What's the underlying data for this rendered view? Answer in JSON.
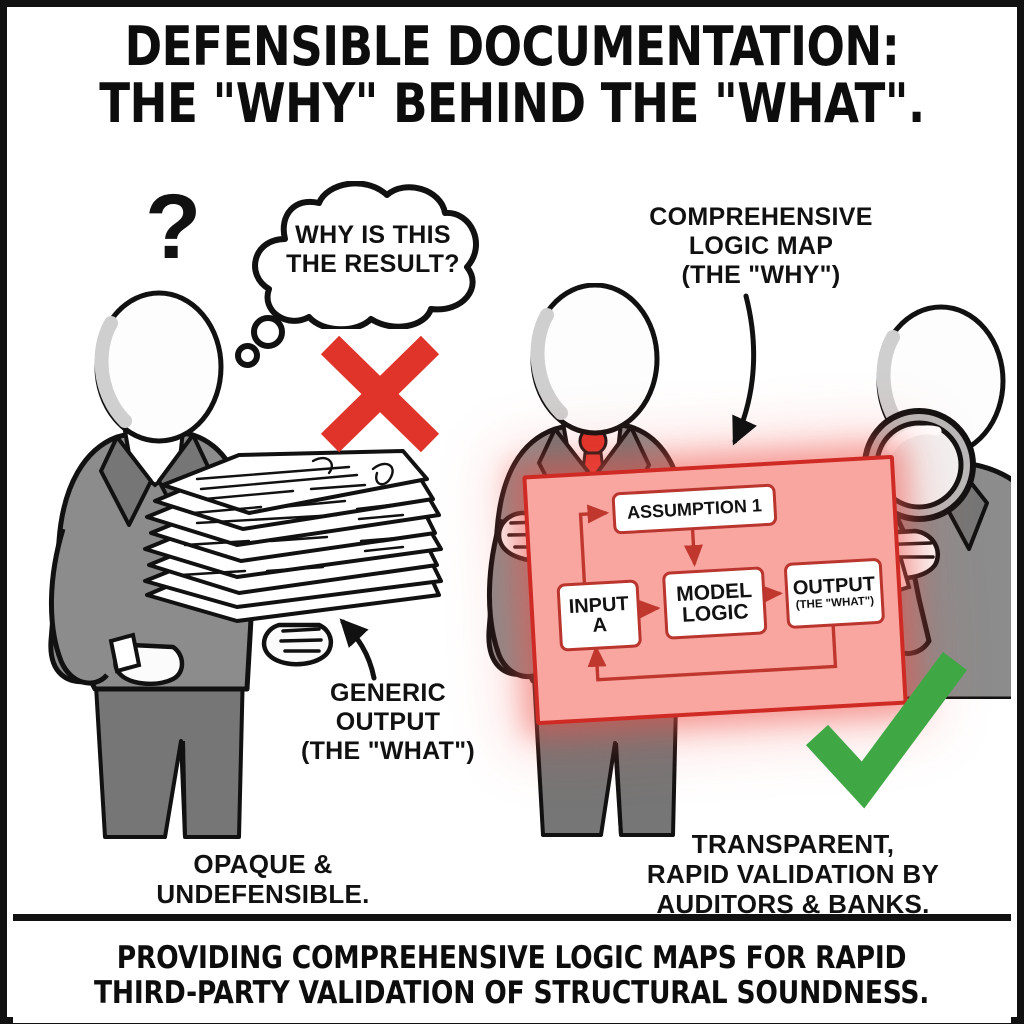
{
  "title": {
    "line1": "DEFENSIBLE DOCUMENTATION:",
    "line2": "THE \"WHY\" BEHIND THE \"WHAT\"."
  },
  "left_scene": {
    "question_mark": "?",
    "thought_bubble": "WHY IS THIS\nTHE RESULT?",
    "verdict_icon": "red-x",
    "annotation": "GENERIC\nOUTPUT\n(THE \"WHAT\")",
    "caption": "OPAQUE &\nUNDEFENSIBLE."
  },
  "right_scene": {
    "annotation": "COMPREHENSIVE\nLOGIC MAP\n(THE \"WHY\")",
    "verdict_icon": "green-check",
    "caption": "TRANSPARENT,\nRAPID VALIDATION BY\nAUDITORS & BANKS."
  },
  "logic_map": {
    "nodes": {
      "assumption": "ASSUMPTION 1",
      "input": "INPUT\nA",
      "model": "MODEL\nLOGIC",
      "output_main": "OUTPUT",
      "output_sub": "(THE \"WHAT\")"
    },
    "edges": [
      "INPUT A -> ASSUMPTION 1",
      "ASSUMPTION 1 -> MODEL LOGIC",
      "INPUT A -> MODEL LOGIC",
      "MODEL LOGIC -> OUTPUT",
      "OUTPUT -> INPUT A (feedback)"
    ]
  },
  "banner": {
    "line1": "PROVIDING COMPREHENSIVE LOGIC MAPS FOR RAPID",
    "line2": "THIRD-PARTY VALIDATION OF STRUCTURAL SOUNDNESS."
  },
  "colors": {
    "red_x": "#E0342A",
    "green_check": "#3FA845",
    "poster_fill": "#F9A6A1",
    "poster_border": "#CF2A24",
    "tie": "#E03127",
    "suit": "#8C8C8C",
    "ink": "#111111"
  }
}
